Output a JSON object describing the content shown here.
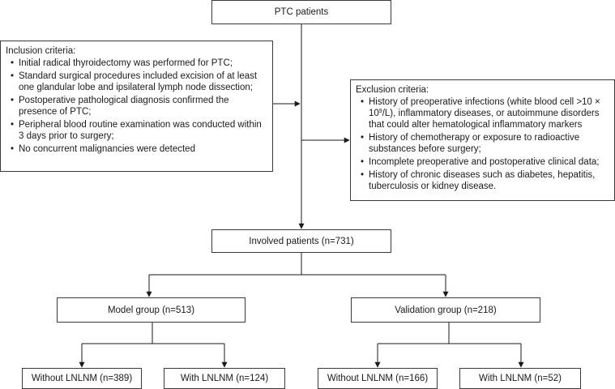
{
  "nodes": {
    "ptc_patients": "PTC patients",
    "involved": "Involved patients (n=731)",
    "model_group": "Model group (n=513)",
    "validation_group": "Validation group (n=218)",
    "model_without": "Without LNLNM (n=389)",
    "model_with": "With LNLNM (n=124)",
    "validation_without": "Without LNLNM (n=166)",
    "validation_with": "With LNLNM (n=52)"
  },
  "inclusion": {
    "heading": "Inclusion criteria:",
    "items": [
      "Initial radical thyroidectomy was performed for PTC;",
      "Standard surgical procedures included excision of at least one glandular lobe and ipsilateral lymph node dissection;",
      "Postoperative pathological diagnosis confirmed the presence of PTC;",
      "Peripheral blood routine examination was conducted within 3 days prior to surgery;",
      "No concurrent malignancies were detected"
    ]
  },
  "exclusion": {
    "heading": "Exclusion criteria:",
    "item1": {
      "before": "History of preoperative infections (white blood cell >10 × 10",
      "sup": "9",
      "after": "/L), inflammatory diseases, or autoimmune disorders that could alter hematological inflammatory markers"
    },
    "items": [
      "History of chemotherapy or exposure to radioactive substances before surgery;",
      "Incomplete preoperative and postoperative clinical data;",
      "History of chronic diseases such as diabetes, hepatitis, tuberculosis or kidney disease."
    ]
  }
}
